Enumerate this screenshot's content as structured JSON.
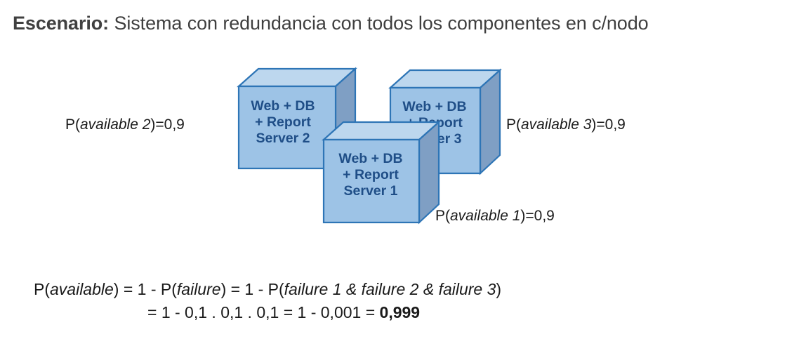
{
  "slide": {
    "title_lead": "Escenario:",
    "title_text": " Sistema con redundancia con todos los componentes en c/nodo"
  },
  "cubes": [
    {
      "id": "cube-1",
      "name": "server-1",
      "line1": "Web + DB",
      "line2": "+ Report",
      "line3": "Server 1"
    },
    {
      "id": "cube-2",
      "name": "server-2",
      "line1": "Web + DB",
      "line2": "+ Report",
      "line3": "Server 2"
    },
    {
      "id": "cube-3",
      "name": "server-3",
      "line1": "Web + DB",
      "line2": "+ Report",
      "line3": "Server 3"
    }
  ],
  "probabilities": [
    {
      "prefix": "P(",
      "italic": "available 1",
      "suffix": ")=0,9"
    },
    {
      "prefix": "P(",
      "italic": "available 2",
      "suffix": ")=0,9"
    },
    {
      "prefix": "P(",
      "italic": "available 3",
      "suffix": ")=0,9"
    }
  ],
  "formula": {
    "line1": {
      "p1": "P(",
      "i1": "available",
      "p2": ") = 1 - P(",
      "i2": "failure",
      "p3": ") = 1 - P(",
      "i3": "failure 1 & failure 2 & failure 3",
      "p4": ")"
    },
    "line2": {
      "p1": "= 1 - 0,1 . 0,1 . 0,1 = 1 - 0,001 = ",
      "bold": "0,999"
    }
  },
  "colors": {
    "cube_front": "#9DC3E6",
    "cube_top": "#BDD7EE",
    "cube_side": "#7F9FC4",
    "cube_stroke": "#2E75B6",
    "cube_text": "#1F4E87",
    "title_text": "#404040",
    "body_text": "#1A1A1A",
    "background": "#FFFFFF"
  }
}
